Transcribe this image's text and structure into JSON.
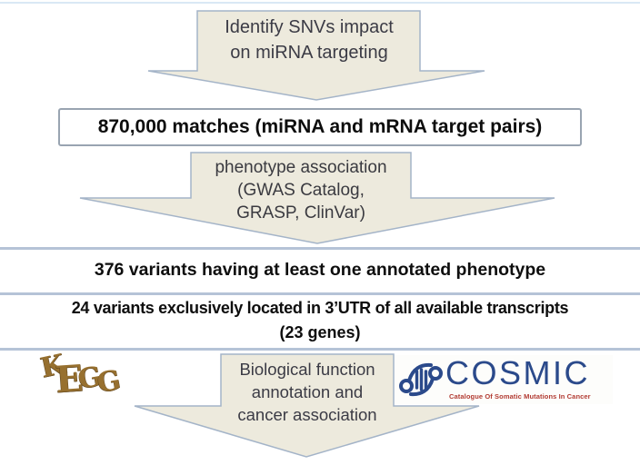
{
  "colors": {
    "arrow_fill": "#edeadd",
    "arrow_border": "#a4b4c8",
    "divider": "#b5c3d7",
    "top_line": "#d9e8f5",
    "kegg_brown": "#97702f",
    "cosmic_navy": "#2b4a8b",
    "cosmic_red": "#b23b32"
  },
  "flow": {
    "step1": {
      "lines": [
        "Identify SNVs impact",
        "on miRNA targeting"
      ]
    },
    "matches_box": "870,000 matches (miRNA and mRNA target pairs)",
    "step2": {
      "lines": [
        "phenotype association",
        "(GWAS Catalog,",
        "GRASP, ClinVar)"
      ]
    },
    "result_phenotype": "376 variants having at least one annotated phenotype",
    "result_utr": "24 variants exclusively located in 3’UTR of all available transcripts",
    "result_utr_genes": "(23 genes)",
    "step3": {
      "lines": [
        "Biological function",
        "annotation and",
        "cancer association"
      ]
    }
  },
  "logos": {
    "kegg": {
      "name": "KEGG",
      "letters": [
        "K",
        "E",
        "G",
        "G"
      ]
    },
    "cosmic": {
      "title": "COSMIC",
      "tagline": "Catalogue Of Somatic Mutations In Cancer"
    }
  }
}
